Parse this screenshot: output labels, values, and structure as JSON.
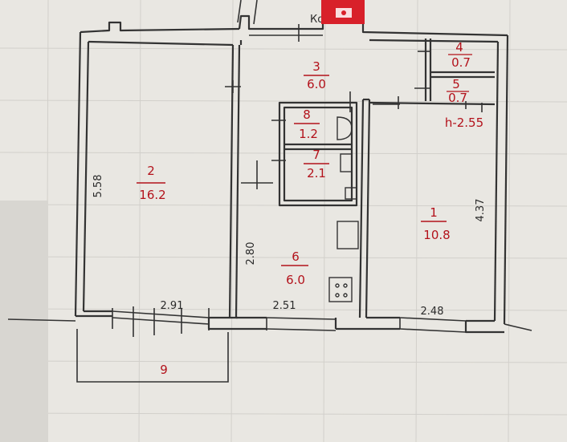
{
  "plan": {
    "stamp_text": "Ко",
    "rooms": [
      {
        "id": "room-1",
        "number": "1",
        "area": "10.8"
      },
      {
        "id": "room-2",
        "number": "2",
        "area": "16.2"
      },
      {
        "id": "room-3",
        "number": "3",
        "area": "6.0"
      },
      {
        "id": "room-4",
        "number": "4",
        "area": "0.7"
      },
      {
        "id": "room-5",
        "number": "5",
        "area": "0.7"
      },
      {
        "id": "room-6",
        "number": "6",
        "area": "6.0"
      },
      {
        "id": "room-7",
        "number": "7",
        "area": "2.1"
      },
      {
        "id": "room-8",
        "number": "8",
        "area": "1.2"
      },
      {
        "id": "room-9",
        "number": "9"
      }
    ],
    "dimensions": {
      "left_height": "5.58",
      "right_height": "4.37",
      "mid_height": "2.80",
      "bottom_left": "2.91",
      "bottom_mid": "2.51",
      "bottom_right": "2.48",
      "ceiling": "h-2.55"
    },
    "colors": {
      "paper": "#e9e7e2",
      "ink": "#333333",
      "label_red": "#b3121b",
      "stamp_red": "#d8202a"
    }
  }
}
